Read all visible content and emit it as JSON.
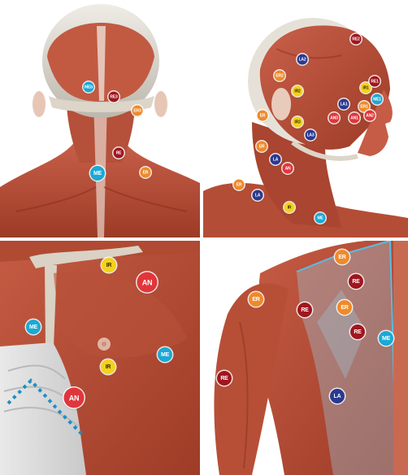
{
  "colors": {
    "ME": "#1ba9d6",
    "RE": "#a0161f",
    "ER": "#ef8a2a",
    "IR": "#f3d21a",
    "AN": "#e0363b",
    "LA": "#2b3a8f",
    "muscle": "#b2482e",
    "tendon": "#d8d1c4"
  },
  "panels": [
    {
      "view": "back-of-head-and-neck",
      "points": [
        {
          "label": "MEb",
          "type": "ME"
        },
        {
          "label": "RE3",
          "type": "RE"
        },
        {
          "label": "ER3",
          "type": "ER"
        },
        {
          "label": "RE",
          "type": "RE"
        },
        {
          "label": "ME",
          "type": "ME"
        },
        {
          "label": "ER",
          "type": "ER"
        }
      ]
    },
    {
      "view": "side-of-head-and-face",
      "points": [
        {
          "label": "RE2",
          "type": "RE"
        },
        {
          "label": "LA2",
          "type": "LA"
        },
        {
          "label": "ER2",
          "type": "ER"
        },
        {
          "label": "IR2",
          "type": "IR"
        },
        {
          "label": "IR1",
          "type": "IR"
        },
        {
          "label": "RE1",
          "type": "RE"
        },
        {
          "label": "ME1",
          "type": "ME"
        },
        {
          "label": "LA1",
          "type": "LA"
        },
        {
          "label": "ER1",
          "type": "ER"
        },
        {
          "label": "AN1",
          "type": "AN"
        },
        {
          "label": "AN2",
          "type": "AN"
        },
        {
          "label": "AN3",
          "type": "AN"
        },
        {
          "label": "ER",
          "type": "ER"
        },
        {
          "label": "IR3",
          "type": "IR"
        },
        {
          "label": "LA3",
          "type": "LA"
        },
        {
          "label": "ER",
          "type": "ER"
        },
        {
          "label": "LA",
          "type": "LA"
        },
        {
          "label": "AN",
          "type": "AN"
        },
        {
          "label": "ER",
          "type": "ER"
        },
        {
          "label": "LA",
          "type": "LA"
        },
        {
          "label": "IR",
          "type": "IR"
        },
        {
          "label": "ME",
          "type": "ME"
        }
      ]
    },
    {
      "view": "chest",
      "points": [
        {
          "label": "IR",
          "type": "IR"
        },
        {
          "label": "AN",
          "type": "AN"
        },
        {
          "label": "ME",
          "type": "ME"
        },
        {
          "label": "ME",
          "type": "ME"
        },
        {
          "label": "IR",
          "type": "IR"
        },
        {
          "label": "AN",
          "type": "AN"
        }
      ]
    },
    {
      "view": "back-shoulder-and-arm",
      "points": [
        {
          "label": "ER",
          "type": "ER"
        },
        {
          "label": "RE",
          "type": "RE"
        },
        {
          "label": "ER",
          "type": "ER"
        },
        {
          "label": "RE",
          "type": "RE"
        },
        {
          "label": "ER",
          "type": "ER"
        },
        {
          "label": "RE",
          "type": "RE"
        },
        {
          "label": "ME",
          "type": "ME"
        },
        {
          "label": "RE",
          "type": "RE"
        },
        {
          "label": "LA",
          "type": "LA"
        }
      ]
    }
  ]
}
